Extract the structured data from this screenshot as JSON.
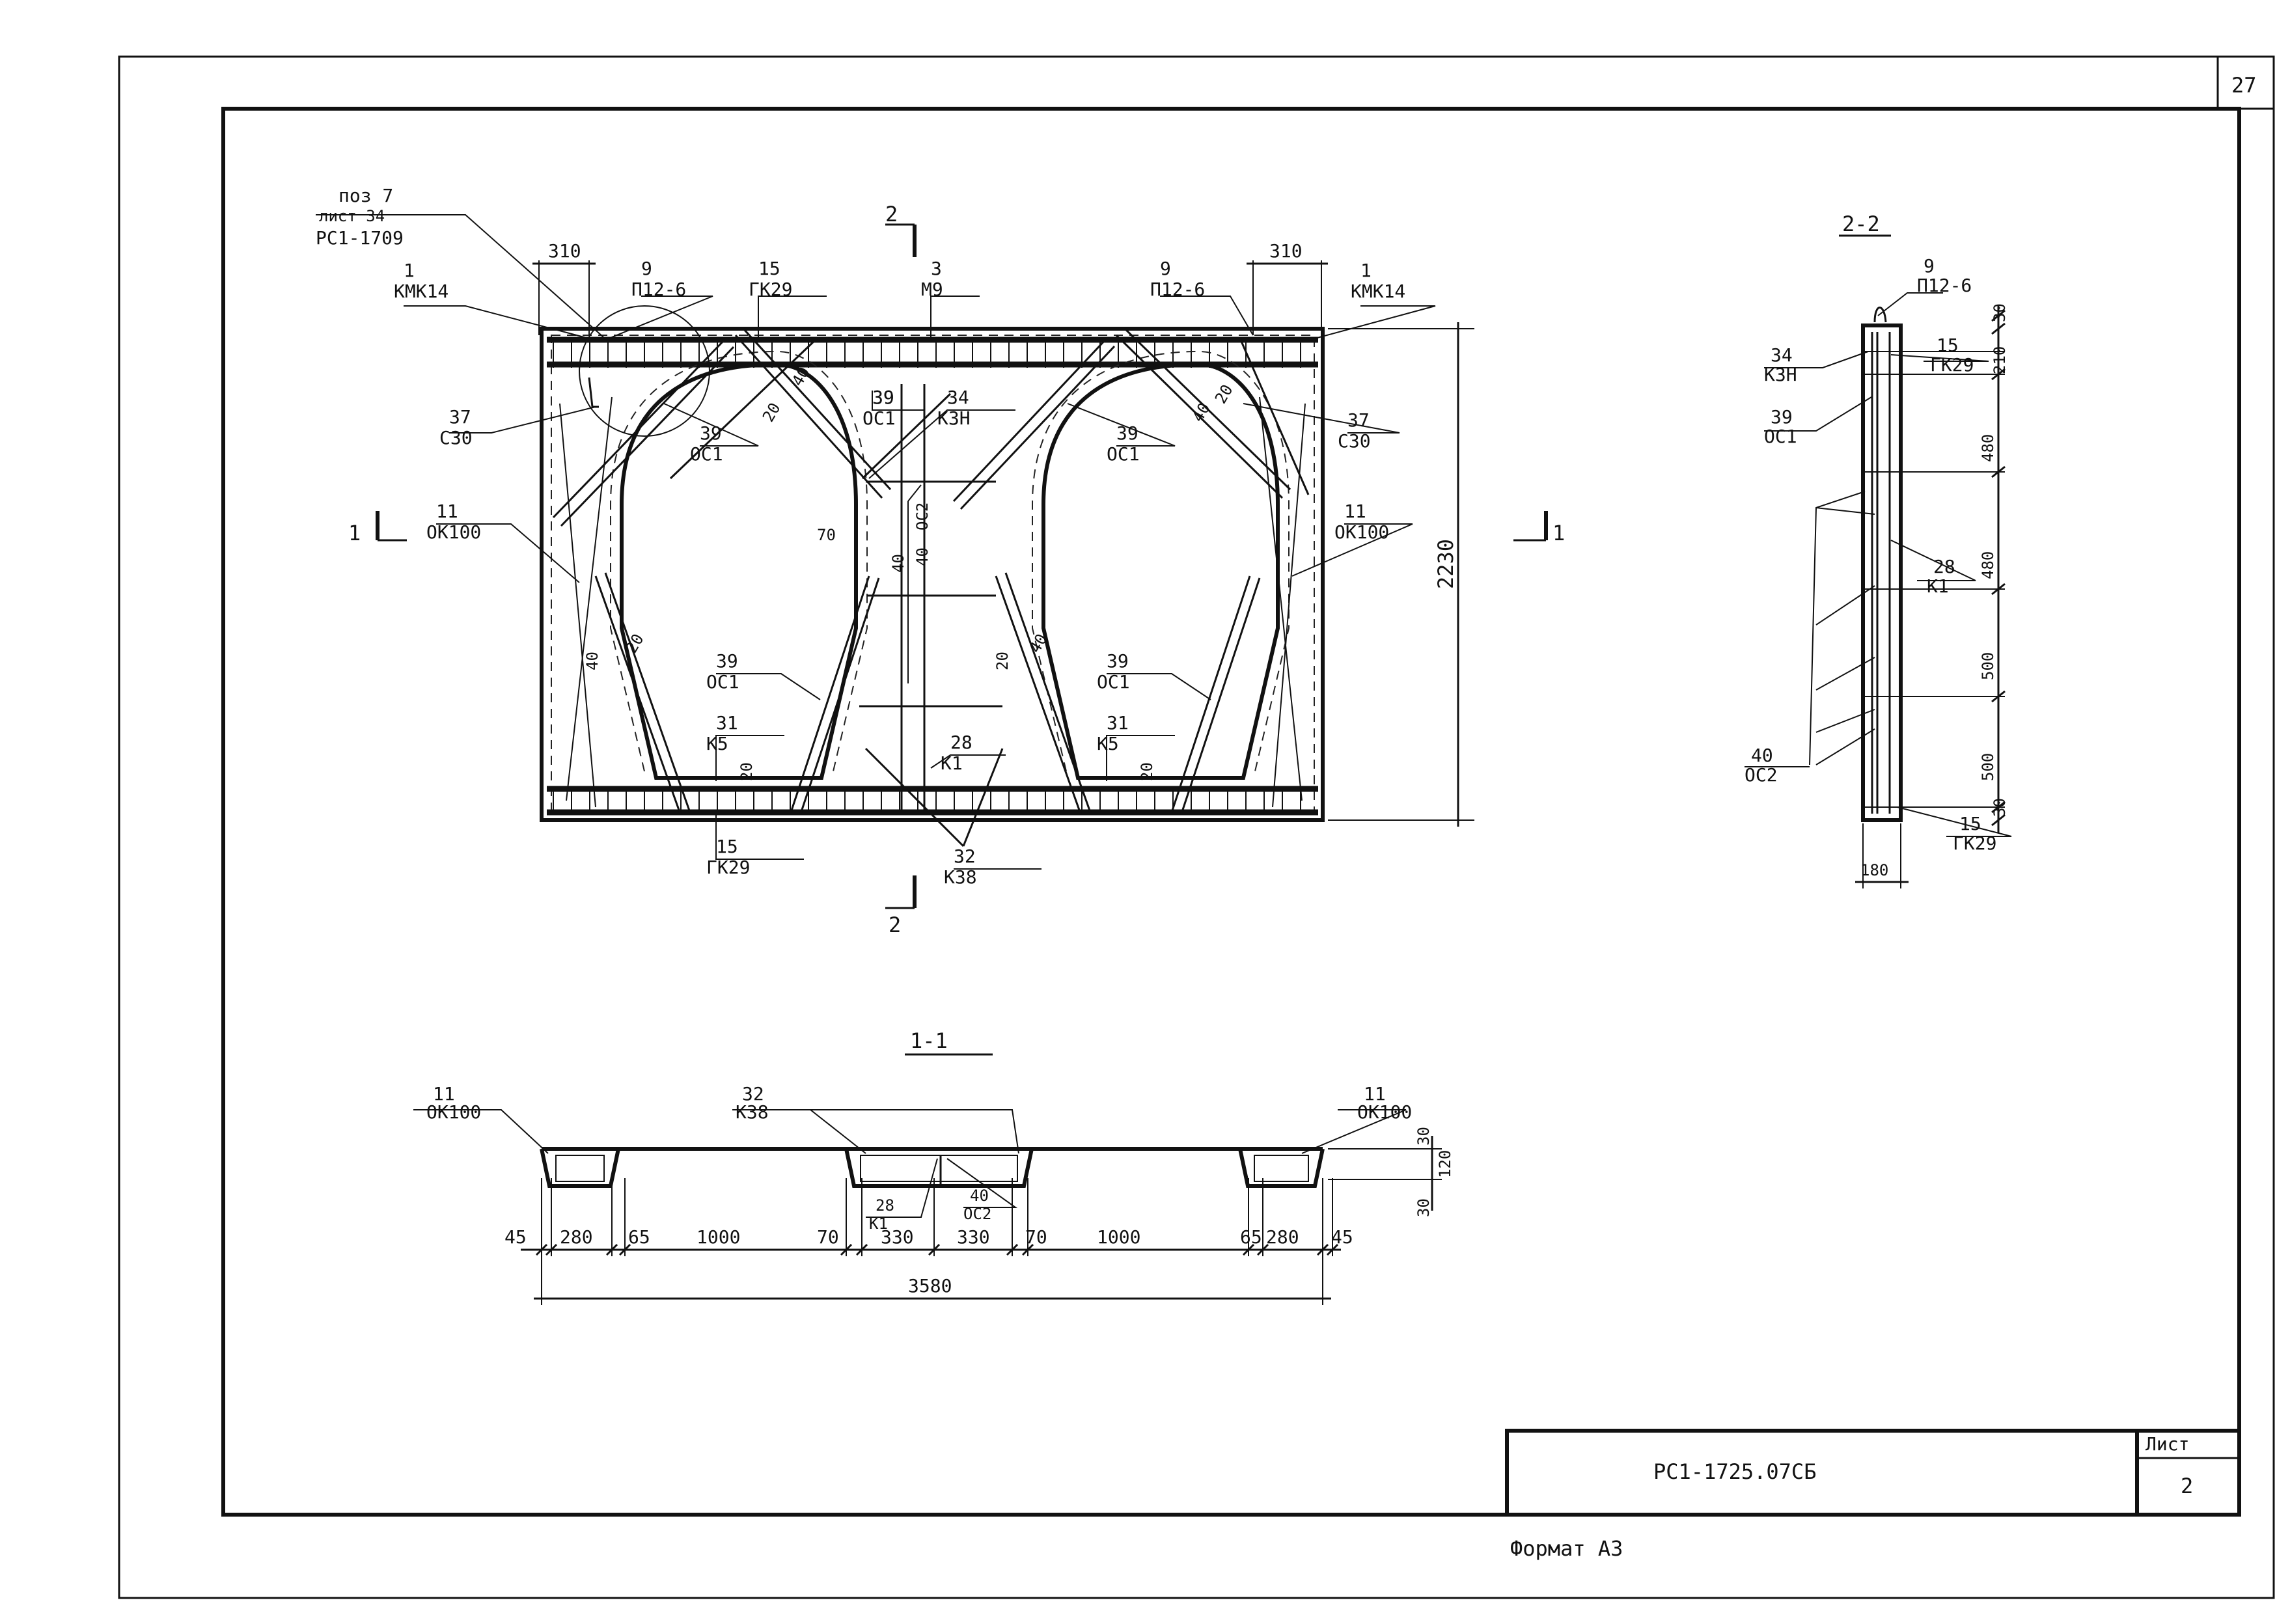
{
  "sheet_number": "27",
  "title_block": {
    "designation": "РС1-1725.07СБ",
    "list_label": "Лист",
    "list_value": "2"
  },
  "format_label": "Формат А3",
  "main_view": {
    "ref_note": [
      "поз 7",
      "лист 34",
      "РС1-1709"
    ],
    "section_marks": {
      "s2_top": "2",
      "s2_bottom": "2",
      "s1_left": "1",
      "s1_right": "1"
    },
    "dims": {
      "d310_left": "310",
      "d310_right": "310",
      "height": "2230",
      "d70": "70",
      "d40": "40"
    },
    "callouts": [
      {
        "pos": "1",
        "code": "КМК14"
      },
      {
        "pos": "9",
        "code": "П12-6"
      },
      {
        "pos": "15",
        "code": "ГК29"
      },
      {
        "pos": "3",
        "code": "М9"
      },
      {
        "pos": "9",
        "code": "П12-6"
      },
      {
        "pos": "1",
        "code": "КМК14"
      },
      {
        "pos": "37",
        "code": "С30"
      },
      {
        "pos": "39",
        "code": "ОС1"
      },
      {
        "pos": "39",
        "code": "ОС1"
      },
      {
        "pos": "34",
        "code": "К3Н"
      },
      {
        "pos": "39",
        "code": "ОС1"
      },
      {
        "pos": "37",
        "code": "С30"
      },
      {
        "pos": "11",
        "code": "ОК100"
      },
      {
        "pos": "11",
        "code": "ОК100"
      },
      {
        "pos": "40",
        "code": "ОС2"
      },
      {
        "pos": "39",
        "code": "ОС1"
      },
      {
        "pos": "39",
        "code": "ОС1"
      },
      {
        "pos": "31",
        "code": "К5"
      },
      {
        "pos": "28",
        "code": "К1"
      },
      {
        "pos": "31",
        "code": "К5"
      },
      {
        "pos": "15",
        "code": "ГК29"
      },
      {
        "pos": "32",
        "code": "К38"
      }
    ],
    "small_dims": [
      "20",
      "40",
      "20",
      "40",
      "40",
      "20",
      "40",
      "20",
      "20",
      "20"
    ]
  },
  "section_22": {
    "title": "2-2",
    "callouts": [
      {
        "pos": "9",
        "code": "П12-6"
      },
      {
        "pos": "34",
        "code": "К3Н"
      },
      {
        "pos": "15",
        "code": "ГК29"
      },
      {
        "pos": "39",
        "code": "ОС1"
      },
      {
        "pos": "28",
        "code": "К1"
      },
      {
        "pos": "40",
        "code": "ОС2"
      },
      {
        "pos": "15",
        "code": "ГК29"
      }
    ],
    "dims": {
      "top30": "30",
      "d210": "210",
      "d480a": "480",
      "d480b": "480",
      "d500a": "500",
      "d500b": "500",
      "bot30": "30",
      "width": "180"
    }
  },
  "section_11": {
    "title": "1-1",
    "callouts": [
      {
        "pos": "11",
        "code": "ОК100"
      },
      {
        "pos": "32",
        "code": "К38"
      },
      {
        "pos": "11",
        "code": "ОК100"
      },
      {
        "pos": "28",
        "code": "К1"
      },
      {
        "pos": "40",
        "code": "ОС2"
      }
    ],
    "dims": [
      "45",
      "280",
      "65",
      "1000",
      "70",
      "330",
      "330",
      "70",
      "1000",
      "65",
      "280",
      "45"
    ],
    "total": "3580",
    "vert": [
      "30",
      "120",
      "30"
    ]
  }
}
